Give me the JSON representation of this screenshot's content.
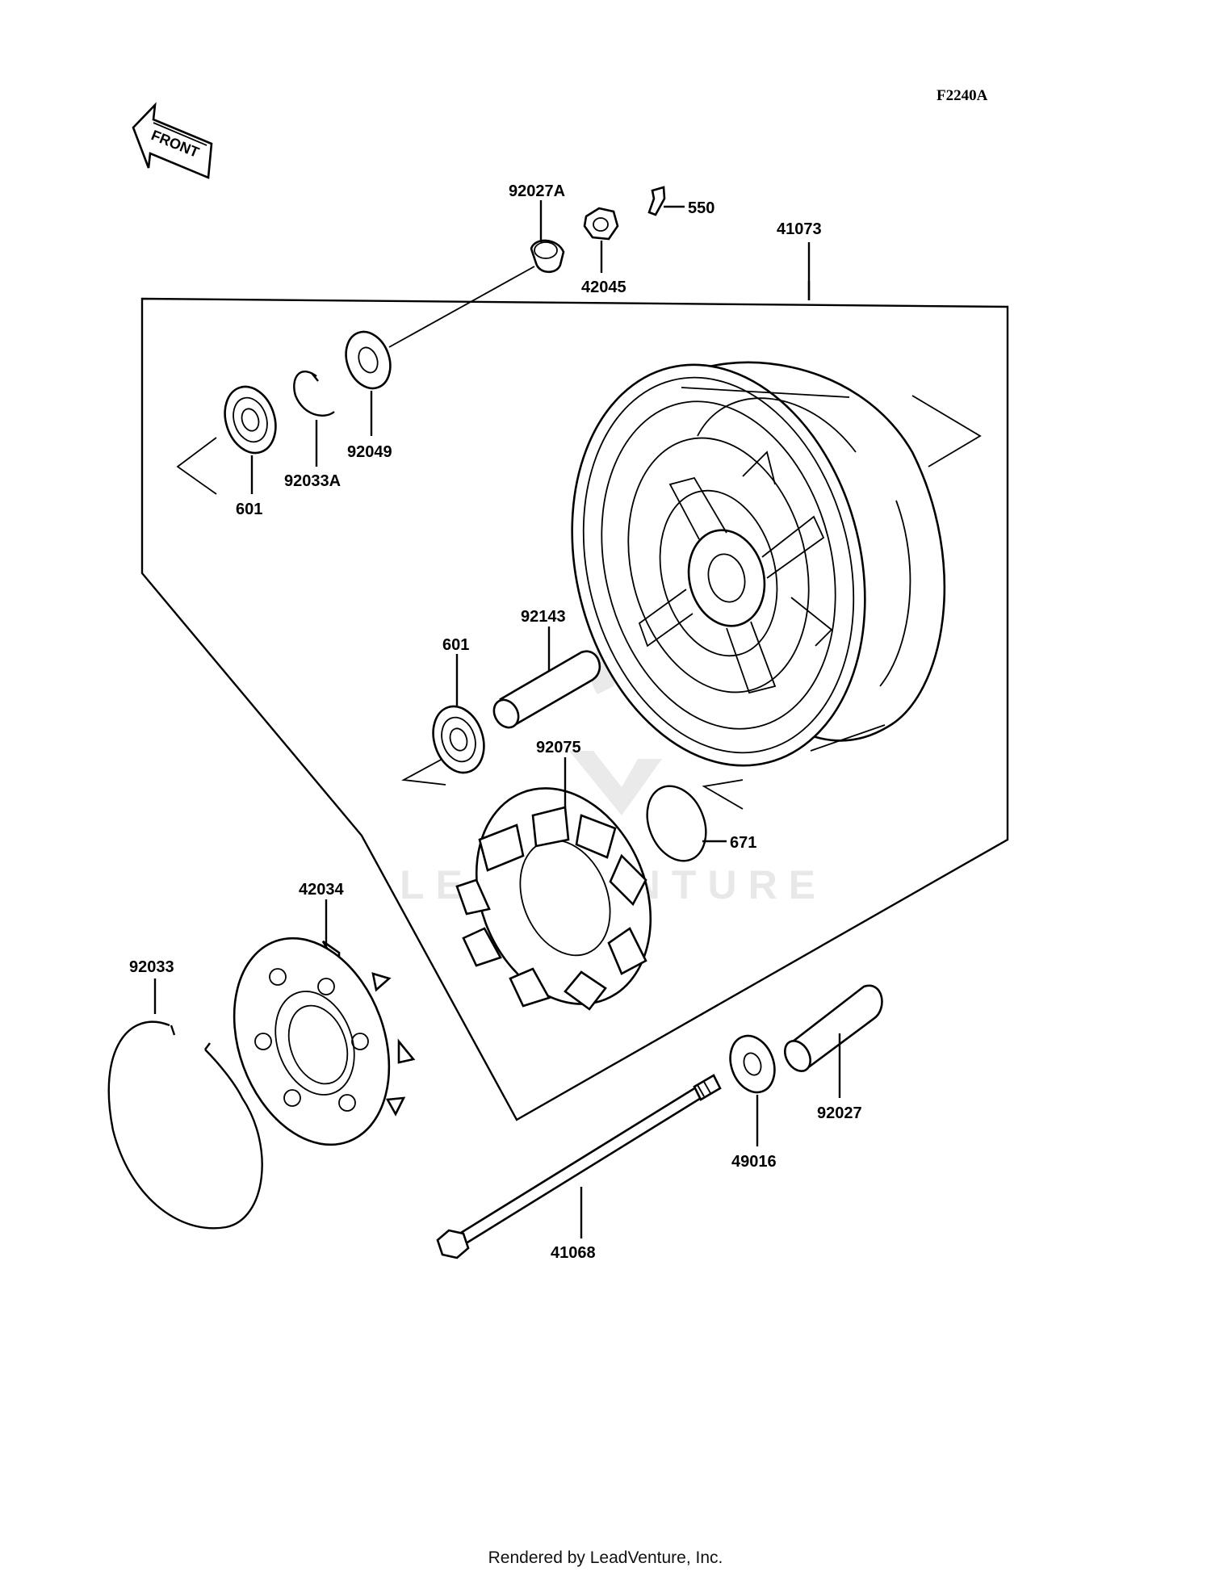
{
  "figure_id": "F2240A",
  "front_label": "FRONT",
  "watermark": "LEADVENTURE",
  "footer": "Rendered by LeadVenture, Inc.",
  "parts": [
    {
      "id": "92027A",
      "label": "92027A"
    },
    {
      "id": "550",
      "label": "550"
    },
    {
      "id": "42045",
      "label": "42045"
    },
    {
      "id": "41073",
      "label": "41073"
    },
    {
      "id": "92049",
      "label": "92049"
    },
    {
      "id": "92033A",
      "label": "92033A"
    },
    {
      "id": "601-top",
      "label": "601"
    },
    {
      "id": "92143",
      "label": "92143"
    },
    {
      "id": "601-mid",
      "label": "601"
    },
    {
      "id": "92075",
      "label": "92075"
    },
    {
      "id": "671",
      "label": "671"
    },
    {
      "id": "42034",
      "label": "42034"
    },
    {
      "id": "92033",
      "label": "92033"
    },
    {
      "id": "92027",
      "label": "92027"
    },
    {
      "id": "49016",
      "label": "49016"
    },
    {
      "id": "41068",
      "label": "41068"
    }
  ]
}
